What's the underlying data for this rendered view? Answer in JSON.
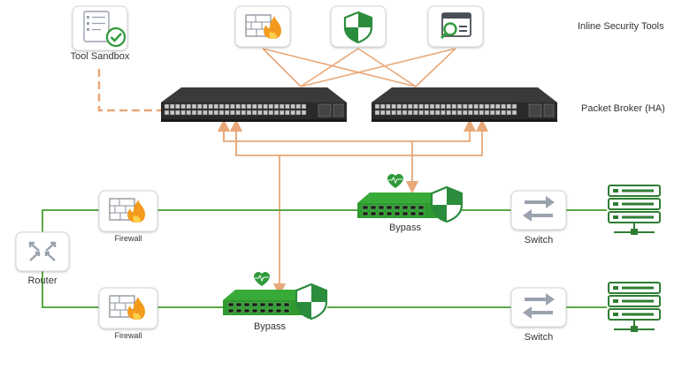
{
  "labels": {
    "tool_sandbox": "Tool Sandbox",
    "inline_security_tools": "Inline Security Tools",
    "packet_broker": "Packet Broker (HA)",
    "firewall_top": "Firewall",
    "firewall_bottom": "Firewall",
    "bypass_top": "Bypass",
    "bypass_bottom": "Bypass",
    "router": "Router",
    "switch_top": "Switch",
    "switch_bottom": "Switch"
  },
  "colors": {
    "inline_link": "#e8a878",
    "network_link": "#5aa845",
    "bypass_body": "#2f9a2f",
    "shield": "#2b8c3c",
    "fire": "#f39a1c",
    "device_dark": "#2a2a2a",
    "server": "#2e7d32"
  },
  "icons": {
    "sandbox": "clipboard-check-icon",
    "tool_1": "firewall-flame-icon",
    "tool_2": "shield-icon",
    "tool_3": "magnifier-window-icon",
    "router": "router-arrows-icon",
    "switch": "switch-arrows-icon",
    "server": "server-rack-icon",
    "health": "heart-pulse-icon"
  }
}
